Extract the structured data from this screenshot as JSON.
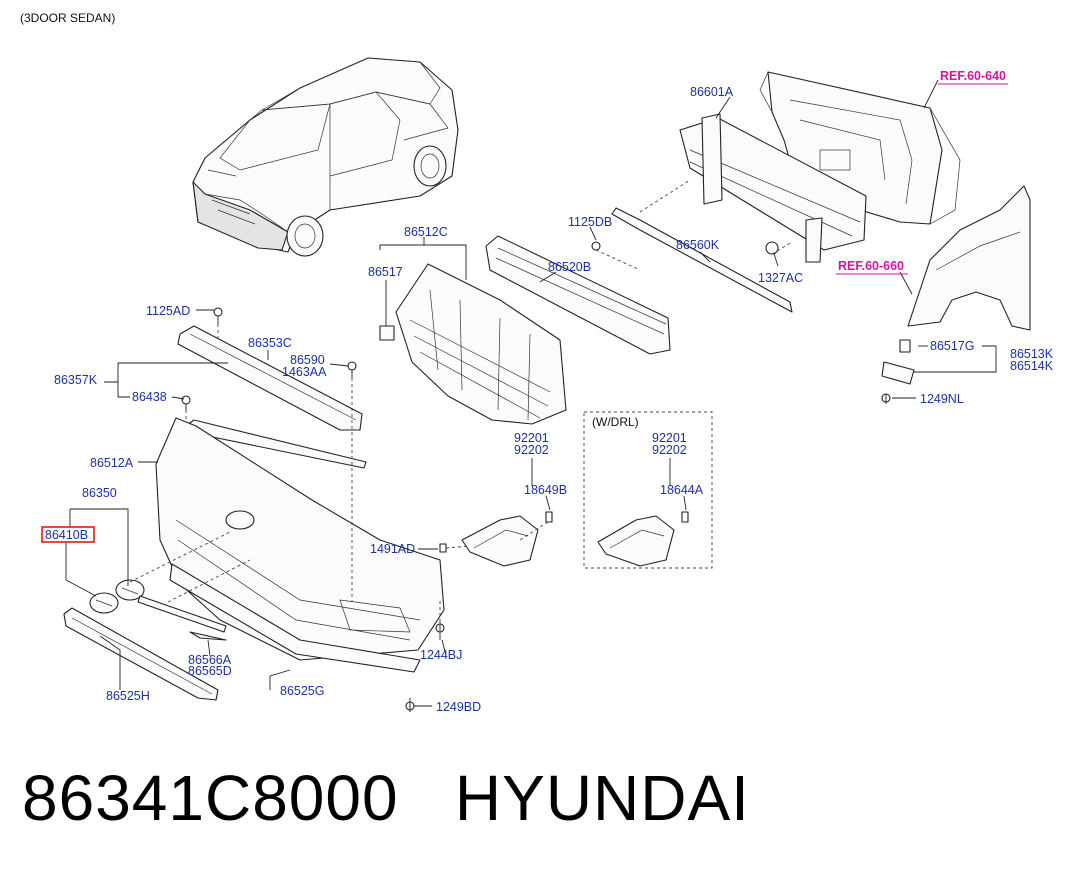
{
  "header": {
    "variant": "(3DOOR SEDAN)"
  },
  "drl_box": {
    "title": "(W/DRL)"
  },
  "refs": [
    "REF.60-640",
    "REF.60-660"
  ],
  "labels": {
    "p86601A": "86601A",
    "p1125DB": "1125DB",
    "p86560K": "86560K",
    "p1327AC": "1327AC",
    "p86512C": "86512C",
    "p86517": "86517",
    "p86520B": "86520B",
    "p1125AD": "1125AD",
    "p86353C": "86353C",
    "p86590": "86590",
    "p1463AA": "1463AA",
    "p86357K": "86357K",
    "p86438": "86438",
    "p86512A": "86512A",
    "p86350": "86350",
    "p86410B": "86410B",
    "p92201a": "92201",
    "p92202a": "92202",
    "p18649B": "18649B",
    "p1491AD": "1491AD",
    "p92201b": "92201",
    "p92202b": "92202",
    "p18644A": "18644A",
    "p86517G": "86517G",
    "p86513K": "86513K",
    "p86514K": "86514K",
    "p1249NL": "1249NL",
    "p1244BJ": "1244BJ",
    "p86566A": "86566A",
    "p86565D": "86565D",
    "p86525G": "86525G",
    "p86525H": "86525H",
    "p1249BD": "1249BD"
  },
  "colors": {
    "label": "#1c2fa8",
    "ref": "#d4149a",
    "highlight": "#e01b1b"
  },
  "footer": {
    "part_number": "86341C8000",
    "brand": "HYUNDAI"
  }
}
